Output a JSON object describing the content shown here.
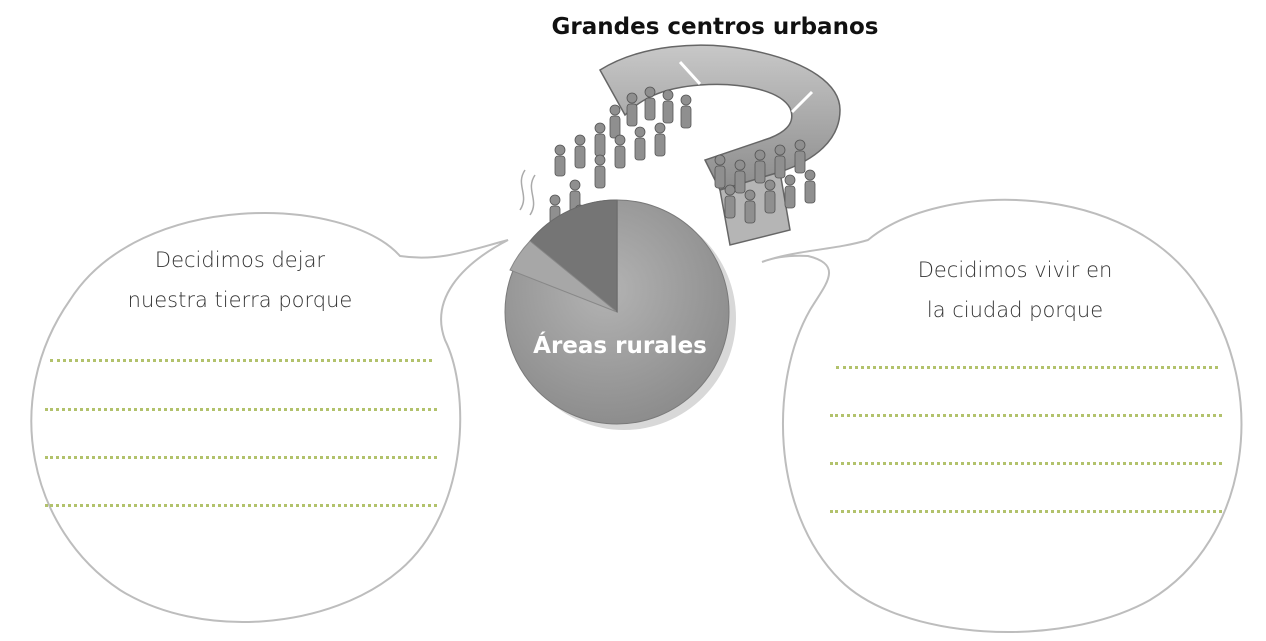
{
  "title": "Grandes centros urbanos",
  "center": {
    "label": "Áreas rurales"
  },
  "left_bubble": {
    "line1": "Decidimos dejar",
    "line2": "nuestra tierra porque",
    "answer_lines": 4
  },
  "right_bubble": {
    "line1": "Decidimos vivir en",
    "line2": "la ciudad porque",
    "answer_lines": 4
  },
  "colors": {
    "dotted_line": "#b2c26c",
    "bubble_stroke": "#bdbdbd",
    "pie_light": "#a0a0a0",
    "pie_dark": "#757575",
    "magnet": "#9a9a9a"
  },
  "icons": {
    "magnet": "magnet-with-crowd-illustration"
  }
}
